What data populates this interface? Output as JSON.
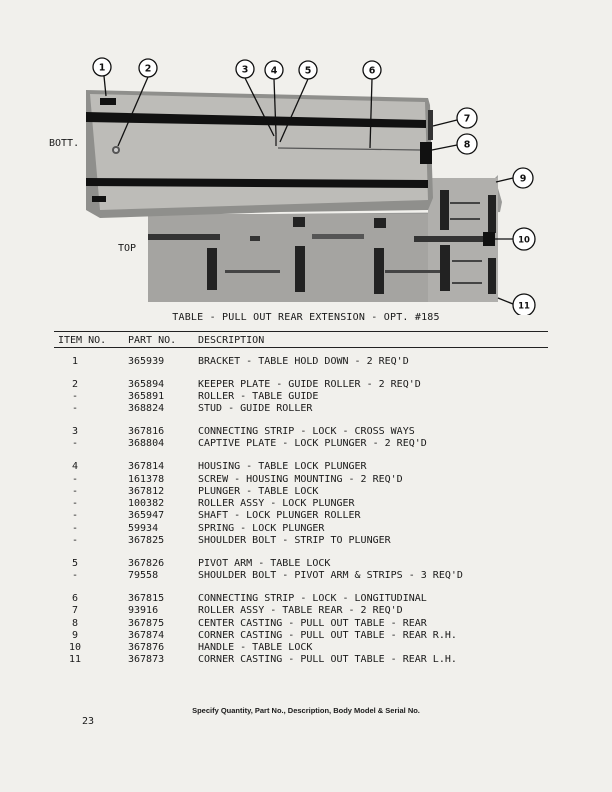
{
  "illustration": {
    "label_bottom": "BOTT.",
    "label_top": "TOP",
    "callouts": [
      "1",
      "2",
      "3",
      "4",
      "5",
      "6",
      "7",
      "8",
      "9",
      "10",
      "11"
    ],
    "caption": "TABLE - PULL OUT REAR EXTENSION - OPT. #185"
  },
  "table": {
    "headers": {
      "item": "ITEM NO.",
      "part": "PART NO.",
      "desc": "DESCRIPTION"
    },
    "rows": [
      {
        "item": "1",
        "part": "365939",
        "desc": "BRACKET - TABLE HOLD DOWN - 2 REQ'D"
      },
      {
        "item": "2",
        "part": "365894",
        "desc": "KEEPER PLATE - GUIDE ROLLER - 2 REQ'D"
      },
      {
        "item": "-",
        "part": "365891",
        "desc": "ROLLER - TABLE GUIDE"
      },
      {
        "item": "-",
        "part": "368824",
        "desc": "STUD - GUIDE ROLLER"
      },
      {
        "item": "3",
        "part": "367816",
        "desc": "CONNECTING STRIP - LOCK - CROSS WAYS"
      },
      {
        "item": "-",
        "part": "368804",
        "desc": "CAPTIVE PLATE - LOCK PLUNGER - 2 REQ'D"
      },
      {
        "item": "4",
        "part": "367814",
        "desc": "HOUSING - TABLE LOCK PLUNGER"
      },
      {
        "item": "-",
        "part": "161378",
        "desc": "SCREW - HOUSING MOUNTING - 2 REQ'D"
      },
      {
        "item": "-",
        "part": "367812",
        "desc": "PLUNGER - TABLE LOCK"
      },
      {
        "item": "-",
        "part": "100382",
        "desc": "ROLLER ASSY - LOCK PLUNGER"
      },
      {
        "item": "-",
        "part": "365947",
        "desc": "SHAFT - LOCK PLUNGER ROLLER"
      },
      {
        "item": "-",
        "part": "59934",
        "desc": "SPRING - LOCK PLUNGER"
      },
      {
        "item": "-",
        "part": "367825",
        "desc": "SHOULDER BOLT - STRIP TO PLUNGER"
      },
      {
        "item": "5",
        "part": "367826",
        "desc": "PIVOT ARM - TABLE LOCK"
      },
      {
        "item": "-",
        "part": "79558",
        "desc": "SHOULDER BOLT - PIVOT ARM & STRIPS - 3 REQ'D"
      },
      {
        "item": "6",
        "part": "367815",
        "desc": "CONNECTING STRIP - LOCK - LONGITUDINAL"
      },
      {
        "item": "7",
        "part": "93916",
        "desc": "ROLLER ASSY - TABLE REAR - 2 REQ'D"
      },
      {
        "item": "8",
        "part": "367875",
        "desc": "CENTER CASTING - PULL OUT TABLE - REAR"
      },
      {
        "item": "9",
        "part": "367874",
        "desc": "CORNER CASTING - PULL OUT TABLE - REAR R.H."
      },
      {
        "item": "10",
        "part": "367876",
        "desc": "HANDLE - TABLE LOCK"
      },
      {
        "item": "11",
        "part": "367873",
        "desc": "CORNER CASTING - PULL OUT TABLE - REAR L.H."
      }
    ]
  },
  "footer": "Specify Quantity, Part No., Description, Body Model & Serial No.",
  "page_number": "23"
}
